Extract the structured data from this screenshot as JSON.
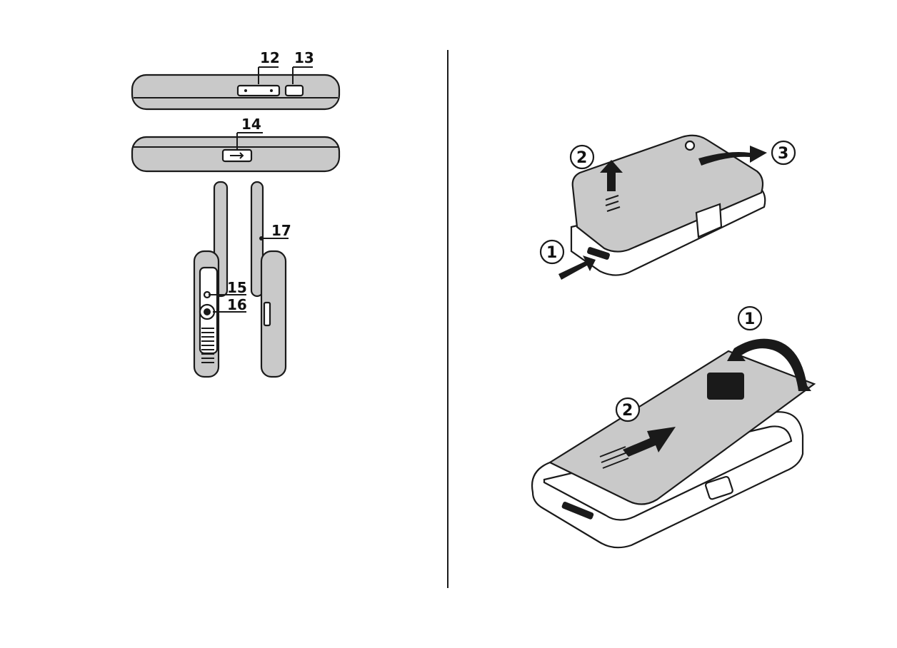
{
  "left_panel": {
    "callouts": [
      "12",
      "13",
      "14",
      "15",
      "16",
      "17"
    ]
  },
  "right_panel": {
    "top_steps": [
      "1",
      "2",
      "3"
    ],
    "bottom_steps": [
      "1",
      "2"
    ]
  },
  "colors": {
    "device_fill": "#c9c9c9",
    "outline": "#1a1a1a",
    "background": "#ffffff"
  }
}
